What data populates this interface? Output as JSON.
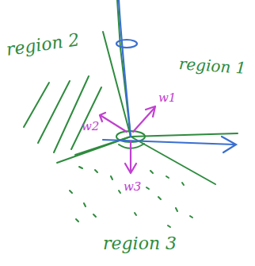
{
  "diagram": {
    "labels": [
      "region 2",
      "region 1",
      "w2",
      "w1",
      "w3",
      "region 3"
    ]
  }
}
